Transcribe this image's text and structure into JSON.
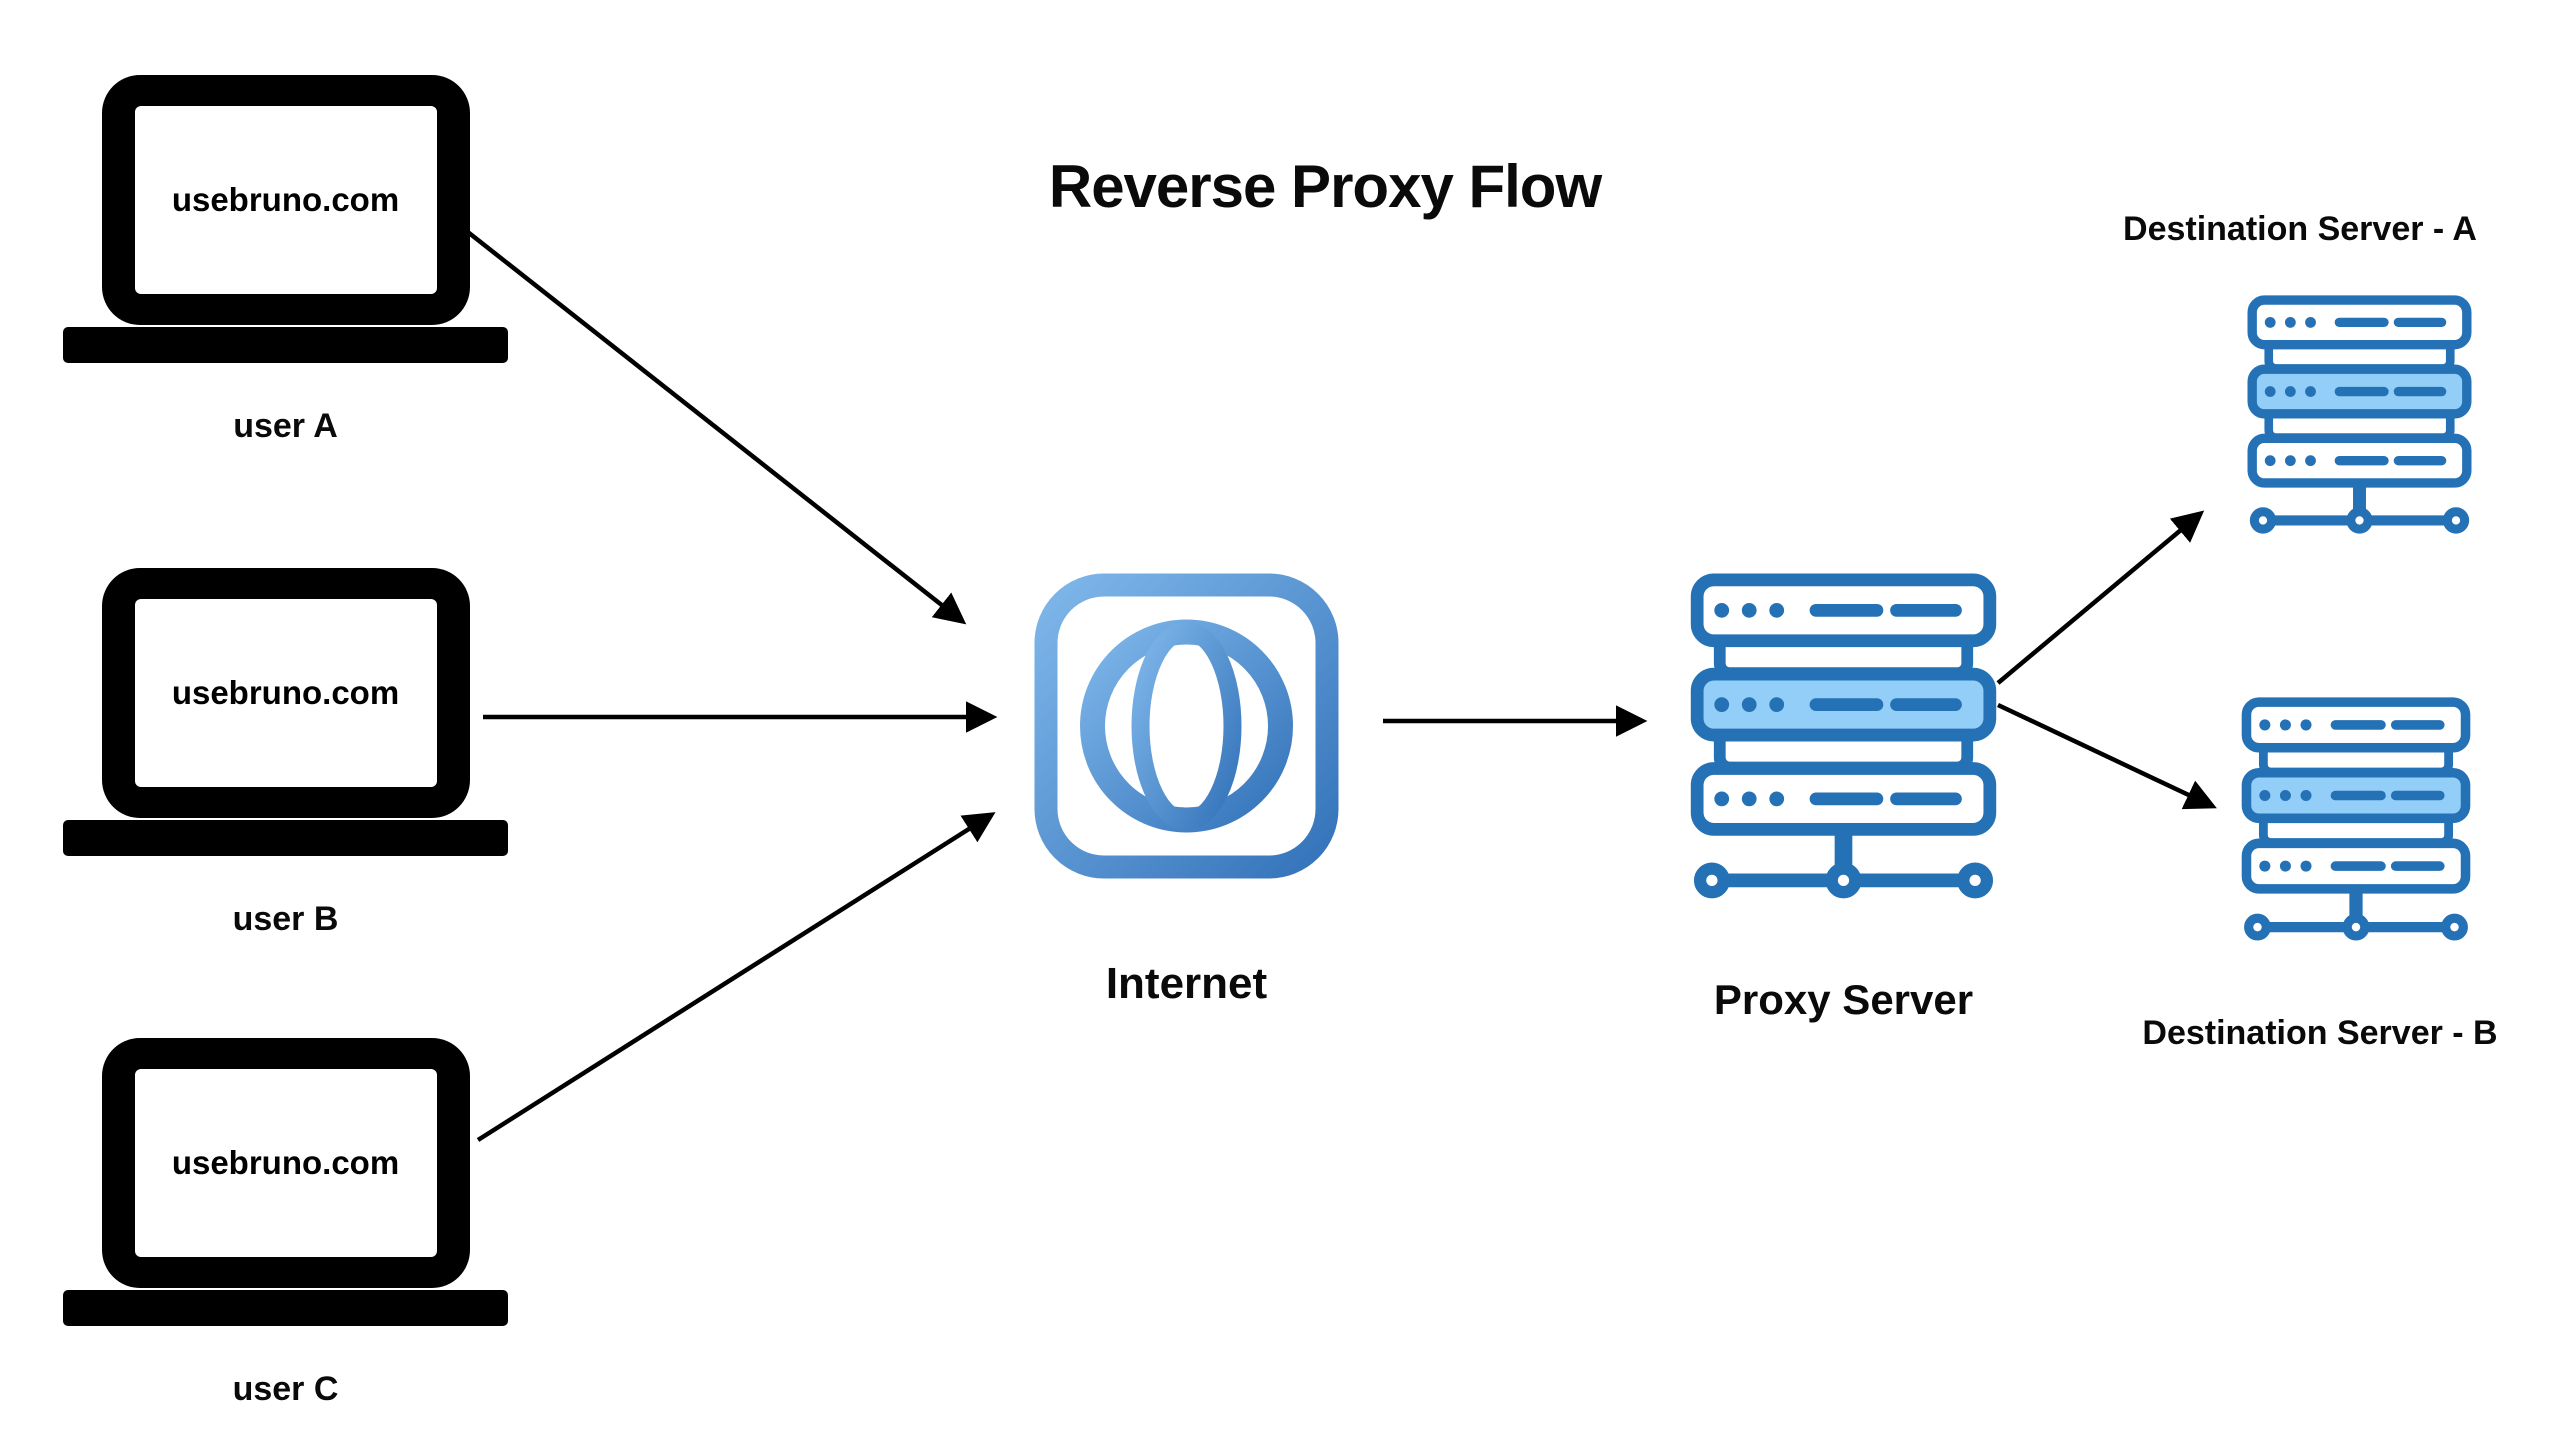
{
  "title": "Reverse Proxy Flow",
  "users": [
    {
      "label": "user A",
      "screen_text": "usebruno.com"
    },
    {
      "label": "user B",
      "screen_text": "usebruno.com"
    },
    {
      "label": "user C",
      "screen_text": "usebruno.com"
    }
  ],
  "internet": {
    "label": "Internet"
  },
  "proxy": {
    "label": "Proxy Server"
  },
  "destinations": [
    {
      "label": "Destination Server - A"
    },
    {
      "label": "Destination Server - B"
    }
  ],
  "connections": [
    {
      "from": "user A",
      "to": "Internet"
    },
    {
      "from": "user B",
      "to": "Internet"
    },
    {
      "from": "user C",
      "to": "Internet"
    },
    {
      "from": "Internet",
      "to": "Proxy Server"
    },
    {
      "from": "Proxy Server",
      "to": "Destination Server - A"
    },
    {
      "from": "Proxy Server",
      "to": "Destination Server - B"
    }
  ],
  "icons": {
    "user": "laptop-icon",
    "internet": "globe-icon",
    "proxy": "server-stack-icon",
    "destination": "server-stack-icon"
  },
  "colors": {
    "background": "#ffffff",
    "node_black": "#000000",
    "server_outline": "#2471b5",
    "server_fill_light": "#92cef7",
    "globe_gradient_start": "#7fb7ea",
    "globe_gradient_end": "#3473ba",
    "arrow": "#000000"
  }
}
